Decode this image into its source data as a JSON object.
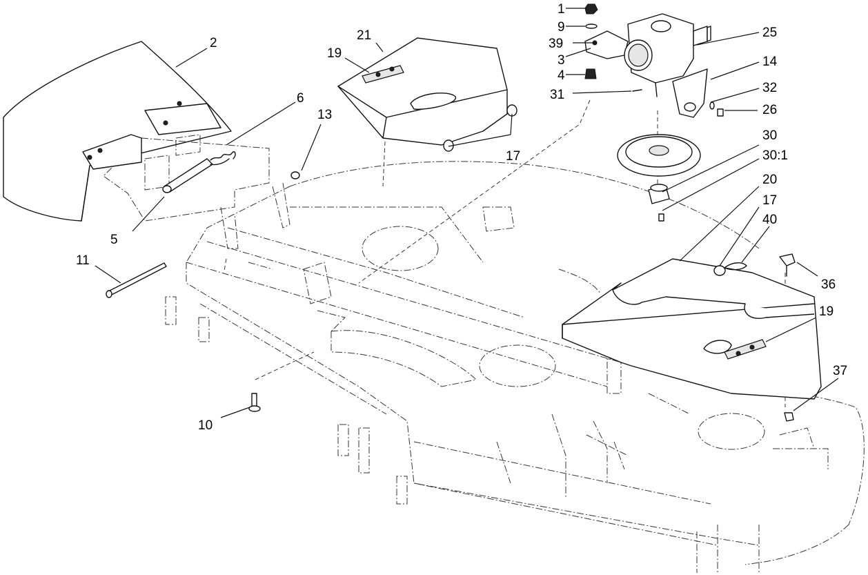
{
  "callouts": [
    {
      "id": "c1",
      "text": "1"
    },
    {
      "id": "c9",
      "text": "9"
    },
    {
      "id": "c39",
      "text": "39"
    },
    {
      "id": "c3",
      "text": "3"
    },
    {
      "id": "c4",
      "text": "4"
    },
    {
      "id": "c31",
      "text": "31"
    },
    {
      "id": "c25",
      "text": "25"
    },
    {
      "id": "c14",
      "text": "14"
    },
    {
      "id": "c32",
      "text": "32"
    },
    {
      "id": "c26",
      "text": "26"
    },
    {
      "id": "c30",
      "text": "30"
    },
    {
      "id": "c30_1",
      "text": "30:1"
    },
    {
      "id": "c20",
      "text": "20"
    },
    {
      "id": "c17b",
      "text": "17"
    },
    {
      "id": "c40",
      "text": "40"
    },
    {
      "id": "c36",
      "text": "36"
    },
    {
      "id": "c19b",
      "text": "19"
    },
    {
      "id": "c37",
      "text": "37"
    },
    {
      "id": "c2",
      "text": "2"
    },
    {
      "id": "c6",
      "text": "6"
    },
    {
      "id": "c13",
      "text": "13"
    },
    {
      "id": "c21",
      "text": "21"
    },
    {
      "id": "c19a",
      "text": "19"
    },
    {
      "id": "c17a",
      "text": "17"
    },
    {
      "id": "c5",
      "text": "5"
    },
    {
      "id": "c11",
      "text": "11"
    },
    {
      "id": "c10",
      "text": "10"
    }
  ]
}
